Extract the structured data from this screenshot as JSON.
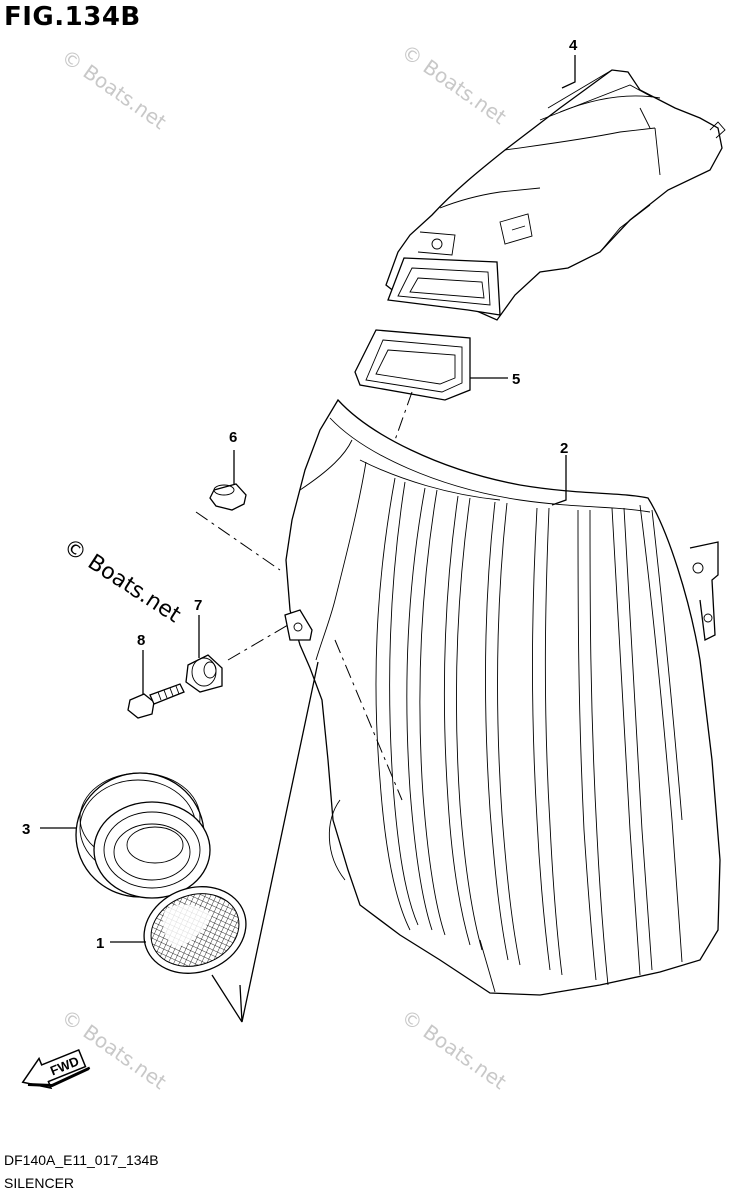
{
  "figure_title": "FIG.134B",
  "diagram_code": "DF140A_E11_017_134B",
  "section_name": "SILENCER",
  "watermark": "© Boats.net",
  "direction_label": "FWD",
  "callouts": {
    "p1": "1",
    "p2": "2",
    "p3": "3",
    "p4": "4",
    "p5": "5",
    "p6": "6",
    "p7": "7",
    "p8": "8"
  }
}
